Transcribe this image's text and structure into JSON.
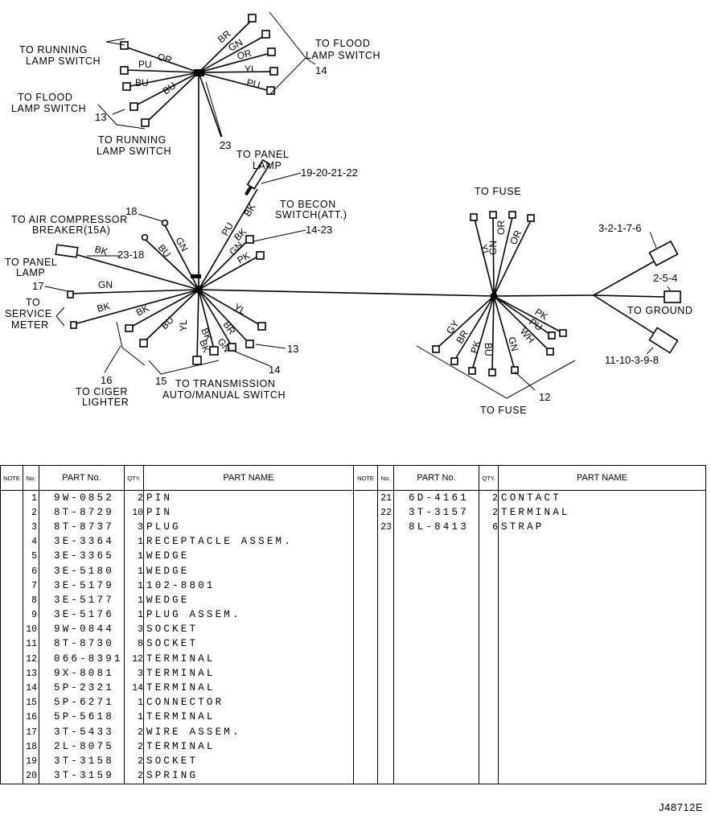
{
  "diagram": {
    "labels": {
      "running_lamp_switch_1": [
        "TO RUNNING",
        "LAMP SWITCH"
      ],
      "flood_lamp_switch_1": [
        "TO FLOOD",
        "LAMP SWITCH"
      ],
      "flood_lamp_switch_2": [
        "TO FLOOD",
        "LAMP SWITCH"
      ],
      "running_lamp_switch_2": [
        "TO RUNNING",
        "LAMP SWITCH"
      ],
      "panel_lamp_1": [
        "TO PANEL",
        "LAMP"
      ],
      "becon_switch": [
        "TO BECON",
        "SWITCH(ATT.)"
      ],
      "air_compressor": [
        "TO AIR COMPRESSOR",
        "BREAKER(15A)"
      ],
      "panel_lamp_2": [
        "TO PANEL",
        "LAMP"
      ],
      "service_meter": [
        "TO",
        "SERVICE",
        "METER"
      ],
      "ciger_lighter": [
        "TO CIGER",
        "LIGHTER"
      ],
      "transmission": [
        "TO TRANSMISSION",
        "AUTO/MANUAL SWITCH"
      ],
      "fuse_top": "TO FUSE",
      "fuse_bottom": "TO FUSE",
      "ground": "TO GROUND"
    },
    "wire_colors": {
      "top_hub": [
        "OR",
        "PU",
        "BU",
        "BU",
        "BR",
        "GN",
        "OR",
        "YL",
        "PU"
      ],
      "main_hub": [
        "PU",
        "BK",
        "GN",
        "BK",
        "PK",
        "BK",
        "BU",
        "GN",
        "BK",
        "BK",
        "BU",
        "YL",
        "BK",
        "BR",
        "YL",
        "GN",
        "BK",
        "GN"
      ],
      "right_hub": [
        "YL",
        "GN",
        "OR",
        "OR",
        "GY",
        "BR",
        "PK",
        "BU",
        "GN",
        "WH",
        "PU",
        "PK"
      ]
    },
    "refs": {
      "r14_top": "14",
      "r13_top": "13",
      "r23_top": "23",
      "r19_22": "19-20-21-22",
      "r18": "18",
      "r14_23": "14-23",
      "r23_18": "23-18",
      "r17": "17",
      "r16": "16",
      "r15": "15",
      "r13_mid": "13",
      "r14_mid": "14",
      "r3_2_1_7_6": "3-2-1-7-6",
      "r2_5_4": "2-5-4",
      "r11_10_3_9_8": "11-10-3-9-8",
      "r12": "12"
    }
  },
  "table": {
    "headers": {
      "note": "NOTE",
      "no": "No.",
      "part_no": "PART No.",
      "qty": "QTY.",
      "part_name": "PART NAME"
    },
    "rows": [
      {
        "no": "1",
        "part": "9W-0852",
        "qty": "2",
        "name": "PIN"
      },
      {
        "no": "2",
        "part": "8T-8729",
        "qty": "10",
        "name": "PIN"
      },
      {
        "no": "3",
        "part": "8T-8737",
        "qty": "3",
        "name": "PLUG"
      },
      {
        "no": "4",
        "part": "3E-3364",
        "qty": "1",
        "name": "RECEPTACLE ASSEM."
      },
      {
        "no": "5",
        "part": "3E-3365",
        "qty": "1",
        "name": "WEDGE"
      },
      {
        "no": "6",
        "part": "3E-5180",
        "qty": "1",
        "name": "WEDGE"
      },
      {
        "no": "7",
        "part": "3E-5179",
        "qty": "1",
        "name": "102-8801"
      },
      {
        "no": "8",
        "part": "3E-5177",
        "qty": "1",
        "name": "WEDGE"
      },
      {
        "no": "9",
        "part": "3E-5176",
        "qty": "1",
        "name": "PLUG ASSEM."
      },
      {
        "no": "10",
        "part": "9W-0844",
        "qty": "3",
        "name": "SOCKET"
      },
      {
        "no": "11",
        "part": "8T-8730",
        "qty": "8",
        "name": "SOCKET"
      },
      {
        "no": "12",
        "part": "066-8391",
        "qty": "12",
        "name": "TERMINAL"
      },
      {
        "no": "13",
        "part": "9X-8081",
        "qty": "3",
        "name": "TERMINAL"
      },
      {
        "no": "14",
        "part": "5P-2321",
        "qty": "14",
        "name": "TERMINAL"
      },
      {
        "no": "15",
        "part": "5P-6271",
        "qty": "1",
        "name": "CONNECTOR"
      },
      {
        "no": "16",
        "part": "5P-5618",
        "qty": "1",
        "name": "TERMINAL"
      },
      {
        "no": "17",
        "part": "3T-5433",
        "qty": "2",
        "name": "WIRE ASSEM."
      },
      {
        "no": "18",
        "part": "2L-8075",
        "qty": "2",
        "name": "TERMINAL"
      },
      {
        "no": "19",
        "part": "3T-3158",
        "qty": "2",
        "name": "SOCKET"
      },
      {
        "no": "20",
        "part": "3T-3159",
        "qty": "2",
        "name": "SPRING"
      },
      {
        "no": "21",
        "part": "6D-4161",
        "qty": "2",
        "name": "CONTACT"
      },
      {
        "no": "22",
        "part": "3T-3157",
        "qty": "2",
        "name": "TERMINAL"
      },
      {
        "no": "23",
        "part": "8L-8413",
        "qty": "6",
        "name": "STRAP"
      }
    ]
  },
  "figure_id": "J48712E"
}
